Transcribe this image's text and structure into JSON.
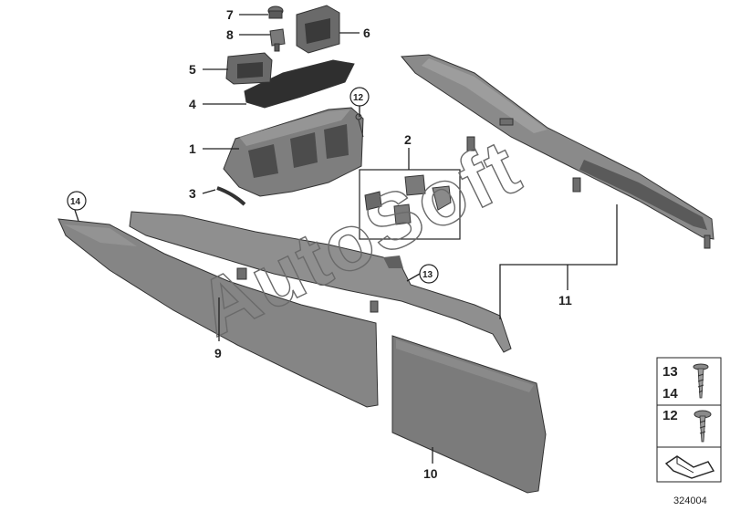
{
  "callouts": {
    "c1": "1",
    "c2": "2",
    "c3": "3",
    "c4": "4",
    "c5": "5",
    "c6": "6",
    "c7": "7",
    "c8": "8",
    "c9": "9",
    "c10": "10",
    "c11": "11",
    "c12": "12",
    "c13": "13",
    "c14": "14"
  },
  "legend": {
    "row1_a": "13",
    "row1_b": "14",
    "row2": "12"
  },
  "diagram_id": "324004",
  "watermark": "AutoSoft",
  "colors": {
    "part_fill": "#7d7d7d",
    "part_dark": "#4e4e4e",
    "line": "#222222"
  }
}
